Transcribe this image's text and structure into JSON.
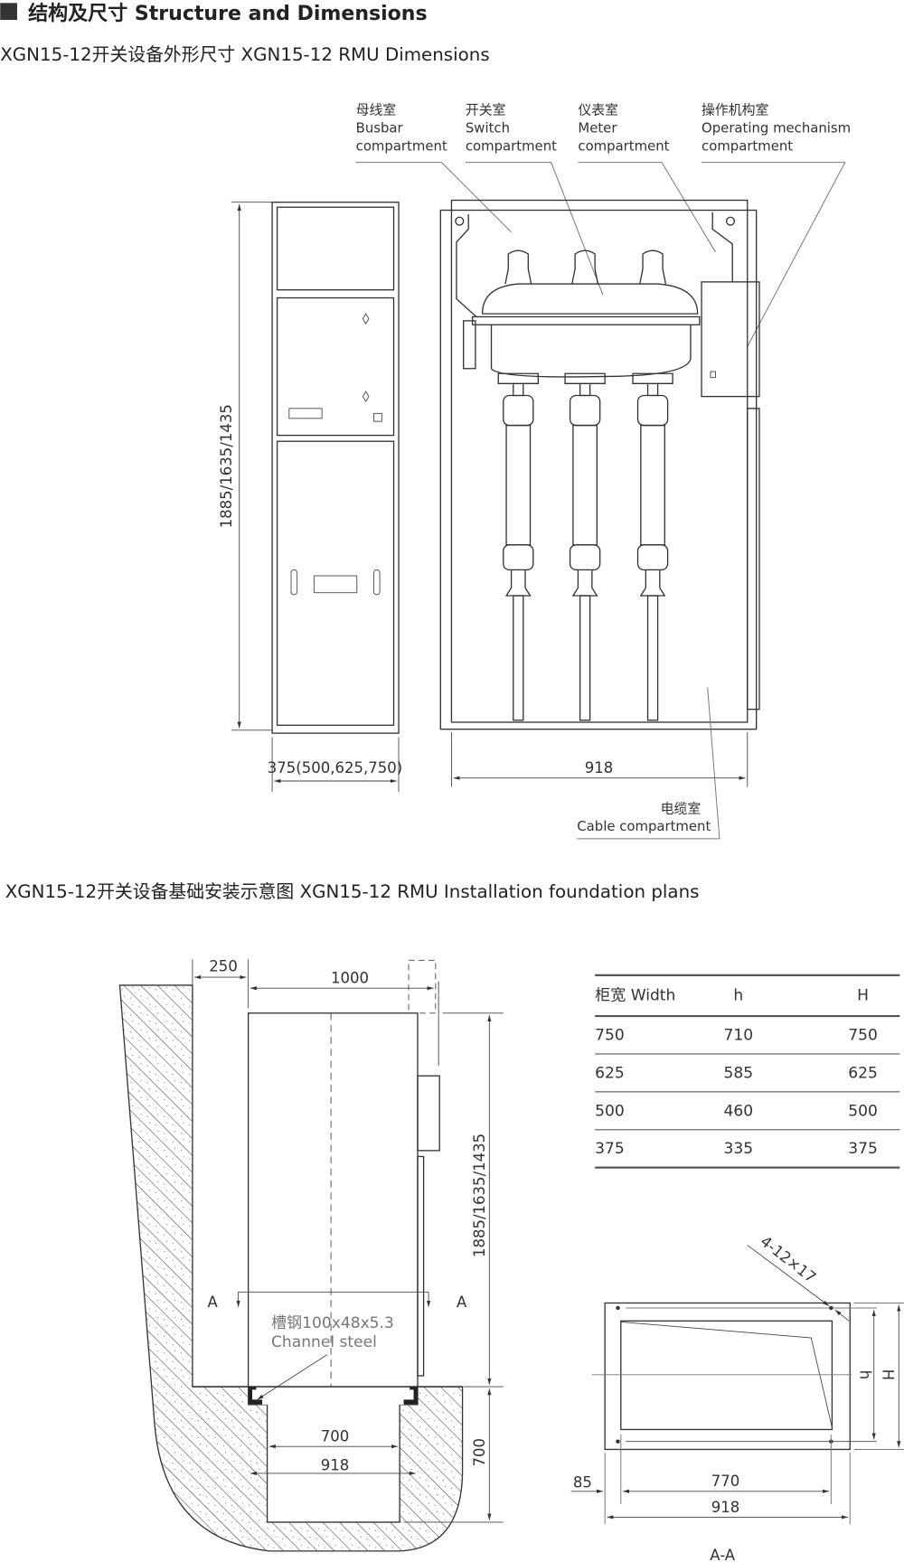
{
  "section_title": "结构及尺寸 Structure and Dimensions",
  "dimensions_subtitle": "XGN15-12开关设备外形尺寸  XGN15-12 RMU Dimensions",
  "compartments": [
    {
      "cn": "母线室",
      "en1": "Busbar",
      "en2": "compartment"
    },
    {
      "cn": "开关室",
      "en1": "Switch",
      "en2": "compartment"
    },
    {
      "cn": "仪表室",
      "en1": "Meter",
      "en2": "compartment"
    },
    {
      "cn": "操作机构室",
      "en1": "Operating mechanism",
      "en2": "compartment"
    }
  ],
  "cable_compartment": {
    "cn": "电缆室",
    "en": "Cable compartment"
  },
  "front_view": {
    "height_dim": "1885/1635/1435",
    "width_dim": "375(500,625,750)"
  },
  "side_view": {
    "depth_dim": "918"
  },
  "foundation_subtitle": "XGN15-12开关设备基础安装示意图  XGN15-12 RMU Installation foundation plans",
  "foundation": {
    "wall_gap": "250",
    "depth": "1000",
    "height_dim": "1885/1635/1435",
    "pit_depth": "700",
    "pit_inner": "700",
    "pit_outer": "918",
    "section_mark": "A",
    "channel_steel_cn": "槽钢100x48x5.3",
    "channel_steel_en": "Channel steel"
  },
  "table": {
    "headers": [
      "柜宽 Width",
      "h",
      "H"
    ],
    "rows": [
      [
        "750",
        "710",
        "750"
      ],
      [
        "625",
        "585",
        "625"
      ],
      [
        "500",
        "460",
        "500"
      ],
      [
        "375",
        "335",
        "375"
      ]
    ]
  },
  "section_aa": {
    "holes": "4-12×17",
    "offset": "85",
    "inner_width": "770",
    "outer_width": "918",
    "h_label": "h",
    "H_label": "H",
    "caption": "A-A"
  }
}
